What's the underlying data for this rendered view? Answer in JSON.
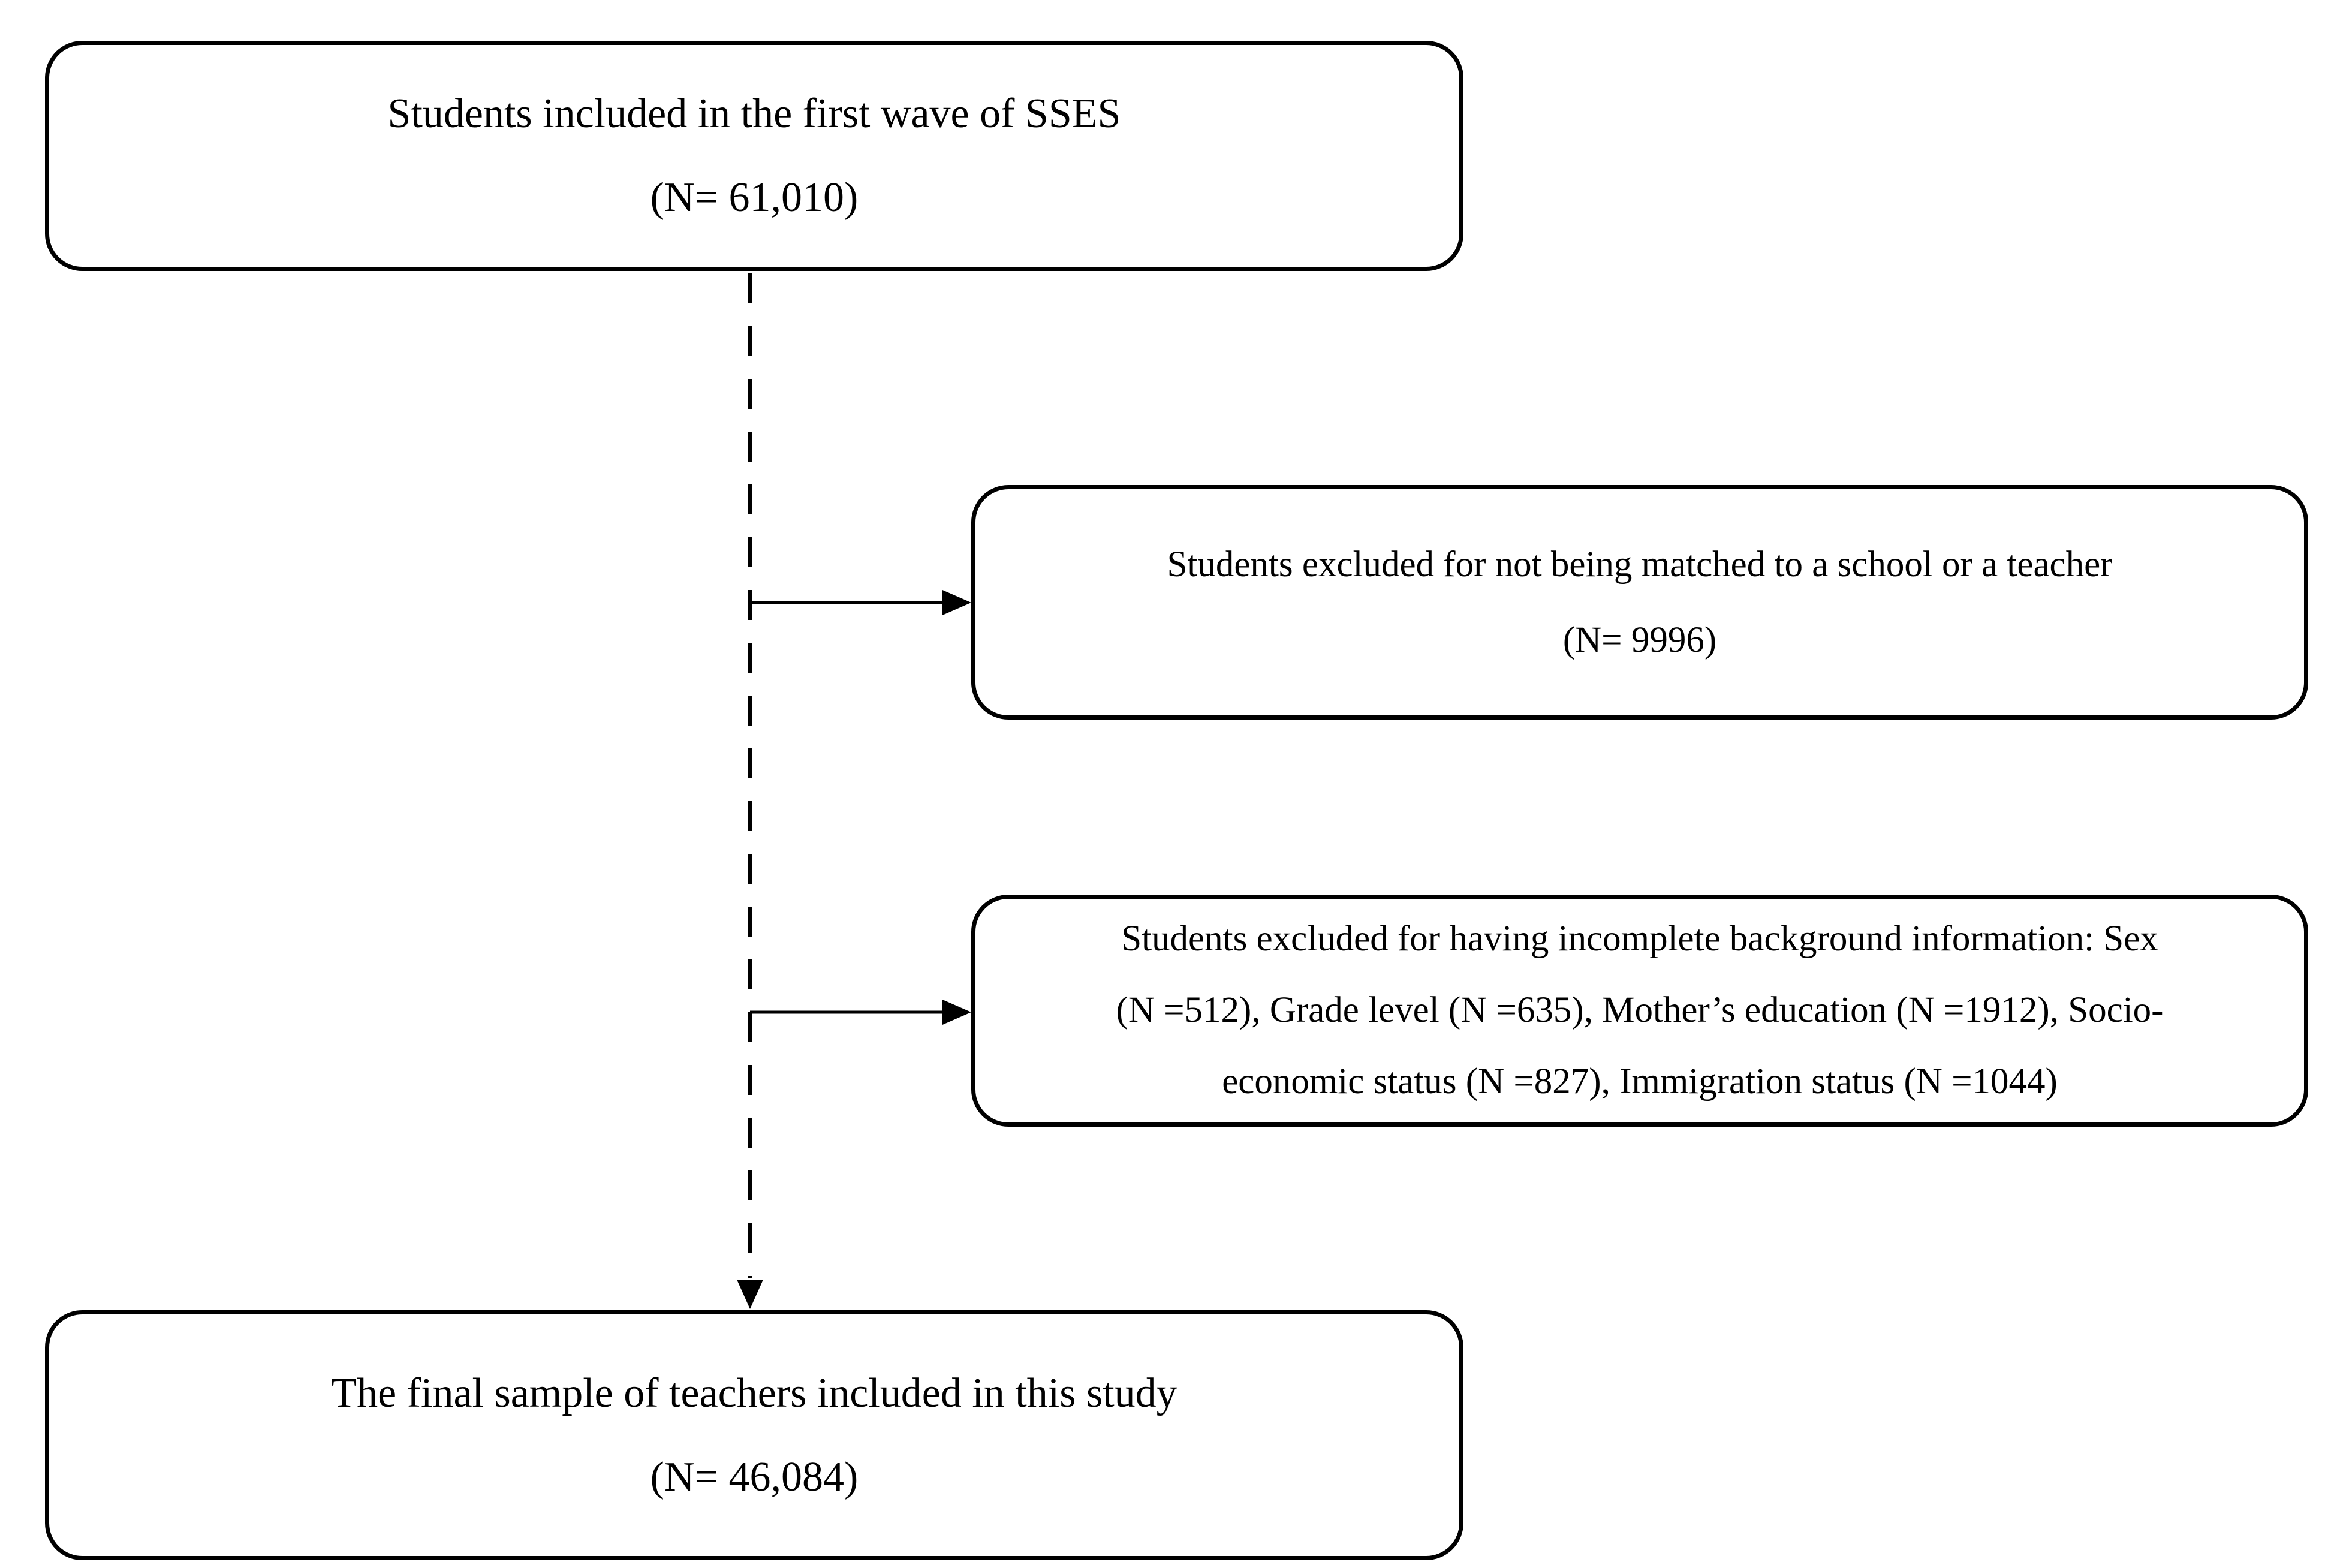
{
  "figure": {
    "type": "flowchart",
    "background_color": "#ffffff",
    "line_color": "#000000",
    "text_color": "#000000",
    "nodes": [
      {
        "id": "wave1",
        "text": "Students included in the first wave of SSES\n(N= 61,010)"
      },
      {
        "id": "excluded-unmatched",
        "text": "Students excluded for not being matched to a school or a teacher\n(N= 9996)"
      },
      {
        "id": "excluded-incomplete",
        "text": "Students excluded for having incomplete background information: Sex\n(N =512), Grade level (N =635), Mother’s education (N =1912),  Socio-\neconomic status (N =827), Immigration status (N =1044)"
      },
      {
        "id": "final-sample",
        "text": "The final sample of teachers included in this study\n(N= 46,084)"
      }
    ]
  }
}
